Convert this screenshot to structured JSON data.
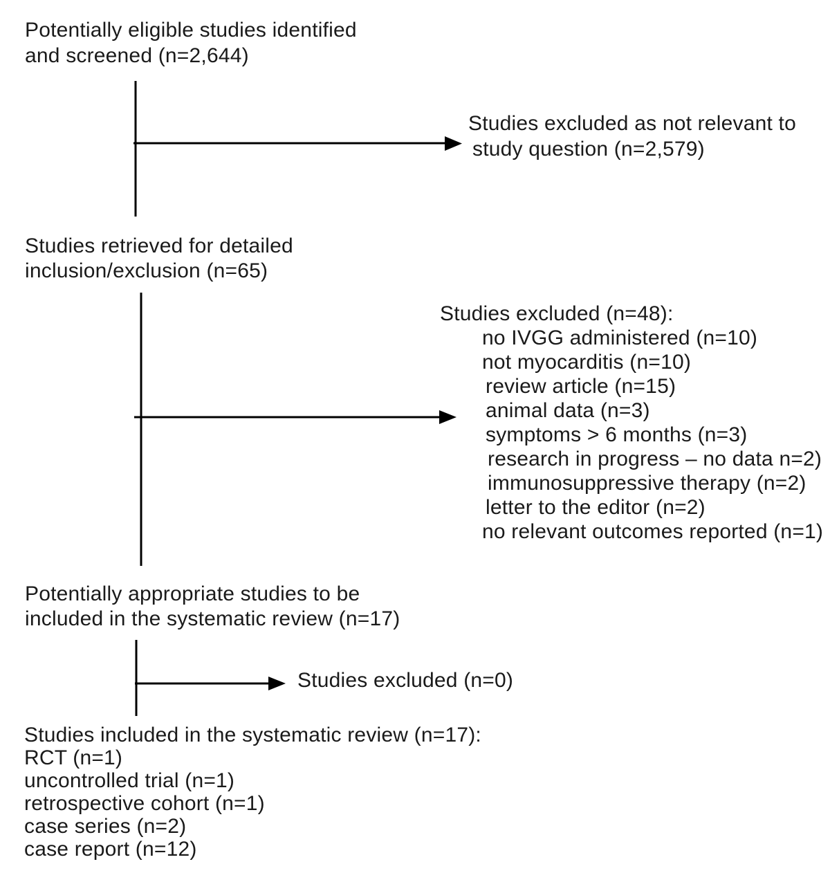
{
  "figure": {
    "type": "flow-diagram",
    "title": "Study selection flow diagram",
    "ink_color": "#1a1a1a",
    "line_color": "#000000",
    "background_color": "#ffffff"
  },
  "nodes": {
    "screened": {
      "lines": [
        "Potentially eligible studies identified",
        "and screened (n=2,644)"
      ]
    },
    "excluded_not_relevant": {
      "lines": [
        "Studies excluded as not relevant to",
        "study question (n=2,579)"
      ]
    },
    "retrieved": {
      "lines": [
        "Studies retrieved for detailed",
        "inclusion/exclusion (n=65)"
      ]
    },
    "excluded_detail": {
      "heading": "Studies excluded (n=48):",
      "items": [
        "no IVGG administered (n=10)",
        "not myocarditis (n=10)",
        "review article (n=15)",
        "animal data (n=3)",
        "symptoms > 6 months (n=3)",
        "research in progress – no data n=2)",
        "immunosuppressive therapy (n=2)",
        "letter to the editor (n=2)",
        "no relevant outcomes reported (n=1)"
      ]
    },
    "appropriate": {
      "lines": [
        "Potentially appropriate studies to be",
        "included in the systematic review (n=17)"
      ]
    },
    "excluded_zero": {
      "label": "Studies excluded (n=0)"
    },
    "included": {
      "heading": "Studies included in the systematic review (n=17):",
      "items": [
        "RCT (n=1)",
        "uncontrolled trial (n=1)",
        "retrospective cohort (n=1)",
        "case series (n=2)",
        "case report (n=12)"
      ]
    }
  }
}
